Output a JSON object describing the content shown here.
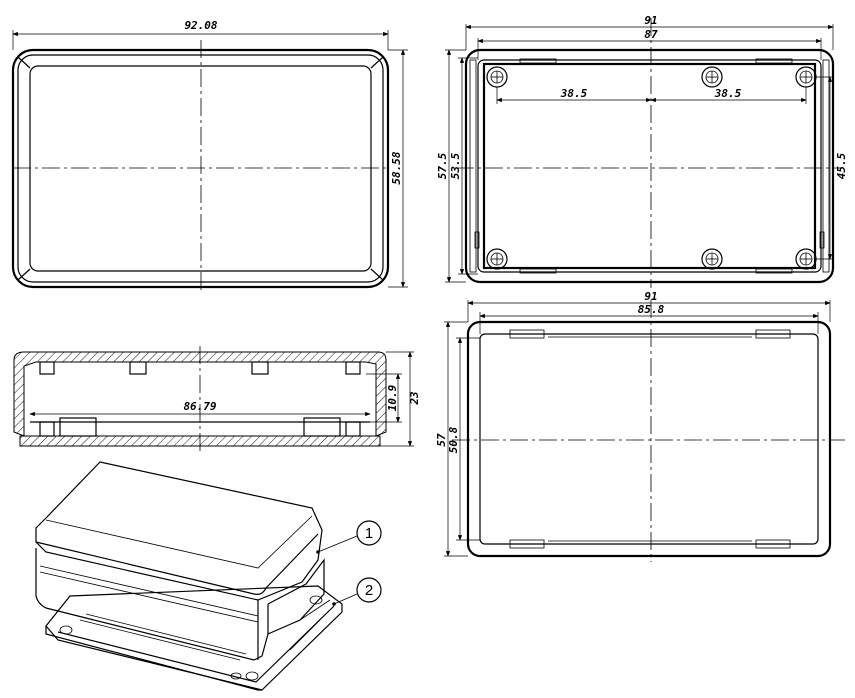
{
  "dimensions": {
    "top_width": "92.08",
    "top_height": "58.58",
    "bottom_outer_width": "91",
    "bottom_inner_width": "87",
    "bottom_outer_height": "57.5",
    "bottom_inner_height": "53.5",
    "hole_spacing_left": "38.5",
    "hole_spacing_right": "38.5",
    "hole_vertical": "45.5",
    "section_length": "86.79",
    "section_inner_height": "10.9",
    "section_total_height": "23",
    "lid_outer_width": "91",
    "lid_inner_width": "85.8",
    "lid_outer_height": "57",
    "lid_inner_height": "50.8"
  },
  "callouts": {
    "part_1": "1",
    "part_2": "2"
  }
}
